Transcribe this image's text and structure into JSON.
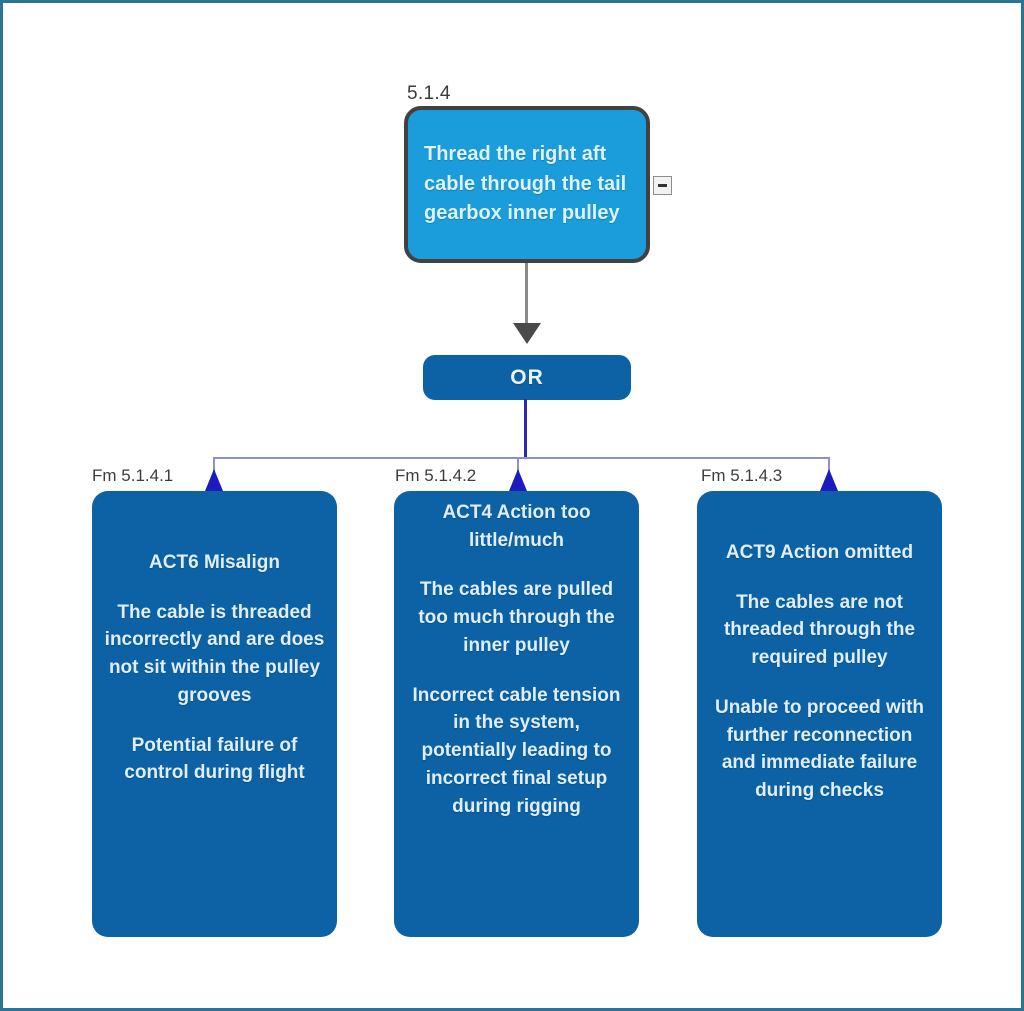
{
  "diagram": {
    "frame_color": "#2b7498",
    "background": "#ffffff",
    "root": {
      "id_label": "5.1.4",
      "text": "Thread the right aft cable through the tail gearbox inner pulley",
      "fill_color": "#1a9dda",
      "border_color": "#414141",
      "collapse_control": {
        "name": "collapse-toggle",
        "state": "expanded",
        "glyph": "minus"
      }
    },
    "gate": {
      "label": "OR",
      "type": "or-gate",
      "fill_color": "#0c62a5"
    },
    "connectors": {
      "root_to_gate_color": "#8a8a8a",
      "gate_stem_color": "#2a2ab5",
      "bus_color": "#8f8fd4",
      "arrowhead_color": "#1b1bbe"
    },
    "children": [
      {
        "id_label": "Fm 5.1.4.1",
        "fill_color": "#0c62a5",
        "paragraphs": [
          "ACT6 Misalign",
          "The cable is threaded incorrectly and are does not sit within the pulley grooves",
          "Potential failure of control during flight"
        ]
      },
      {
        "id_label": "Fm 5.1.4.2",
        "fill_color": "#0c62a5",
        "paragraphs": [
          "ACT4 Action too little/much",
          "The cables are pulled too much through the inner pulley",
          "Incorrect cable tension in the system, potentially leading to incorrect final setup during rigging"
        ]
      },
      {
        "id_label": "Fm 5.1.4.3",
        "fill_color": "#0c62a5",
        "paragraphs": [
          "ACT9 Action omitted",
          "The cables are not threaded through the required pulley",
          "Unable to proceed with further reconnection and immediate failure during checks"
        ]
      }
    ]
  }
}
